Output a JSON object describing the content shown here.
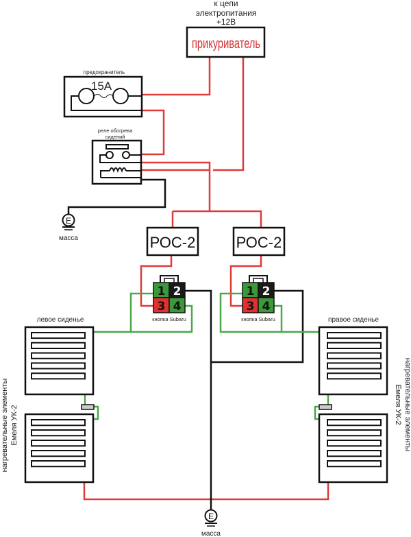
{
  "title_lines": [
    "к цепи",
    "электропитания",
    "+12В"
  ],
  "lighter": {
    "label": "прикуриватель"
  },
  "fuse": {
    "caption": "предохранитель",
    "rating": "15А"
  },
  "relay": {
    "caption_line1": "реле обогрева",
    "caption_line2": "сидений"
  },
  "ground_top": {
    "symbol": "E",
    "label": "масса"
  },
  "ground_bottom": {
    "symbol": "E",
    "label": "масса"
  },
  "poc_left": {
    "label": "РОС-2"
  },
  "poc_right": {
    "label": "РОС-2"
  },
  "button_left": {
    "caption": "кнопка Subaru",
    "pins": [
      {
        "num": "1",
        "color": "#3a9a3a"
      },
      {
        "num": "2",
        "color": "#1a1a1a"
      },
      {
        "num": "3",
        "color": "#e03030"
      },
      {
        "num": "4",
        "color": "#3a9a3a"
      }
    ]
  },
  "button_right": {
    "caption": "кнопка Subaru",
    "pins": [
      {
        "num": "1",
        "color": "#3a9a3a"
      },
      {
        "num": "2",
        "color": "#1a1a1a"
      },
      {
        "num": "3",
        "color": "#e03030"
      },
      {
        "num": "4",
        "color": "#3a9a3a"
      }
    ]
  },
  "seat_left": {
    "label": "левое сиденье"
  },
  "seat_right": {
    "label": "правое сиденье"
  },
  "side_text_left": {
    "line1": "нагревательные элементы",
    "line2": "Емеля УК-2"
  },
  "side_text_right": {
    "line1": "нагревательные элементы",
    "line2": "Емеля УК-2"
  },
  "colors": {
    "wire_red": "#e03a3a",
    "wire_green": "#4aa84a",
    "wire_black": "#111111"
  }
}
